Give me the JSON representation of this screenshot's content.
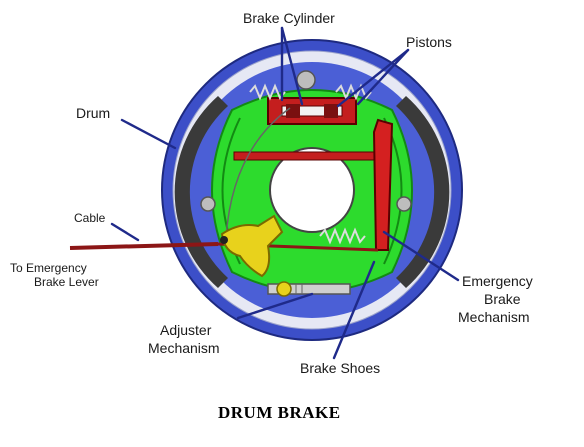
{
  "labels": {
    "brake_cylinder": "Brake Cylinder",
    "pistons": "Pistons",
    "drum": "Drum",
    "cable": "Cable",
    "emergency_lever_line1": "To Emergency",
    "emergency_lever_line2": "Brake Lever",
    "adjuster_line1": "Adjuster",
    "adjuster_line2": "Mechanism",
    "emergency_mech_line1": "Emergency",
    "emergency_mech_line2": "Brake",
    "emergency_mech_line3": "Mechanism",
    "brake_shoes": "Brake Shoes"
  },
  "caption": "DRUM BRAKE",
  "colors": {
    "drum_outer": "#3c4fc8",
    "drum_ring": "#e6e8f4",
    "backing_plate": "#2ddb2d",
    "shoe_lining": "#3a3a3a",
    "hydraulic": "#c41e1e",
    "adjuster_lever": "#e8d21c",
    "leader": "#1f2a8a"
  }
}
